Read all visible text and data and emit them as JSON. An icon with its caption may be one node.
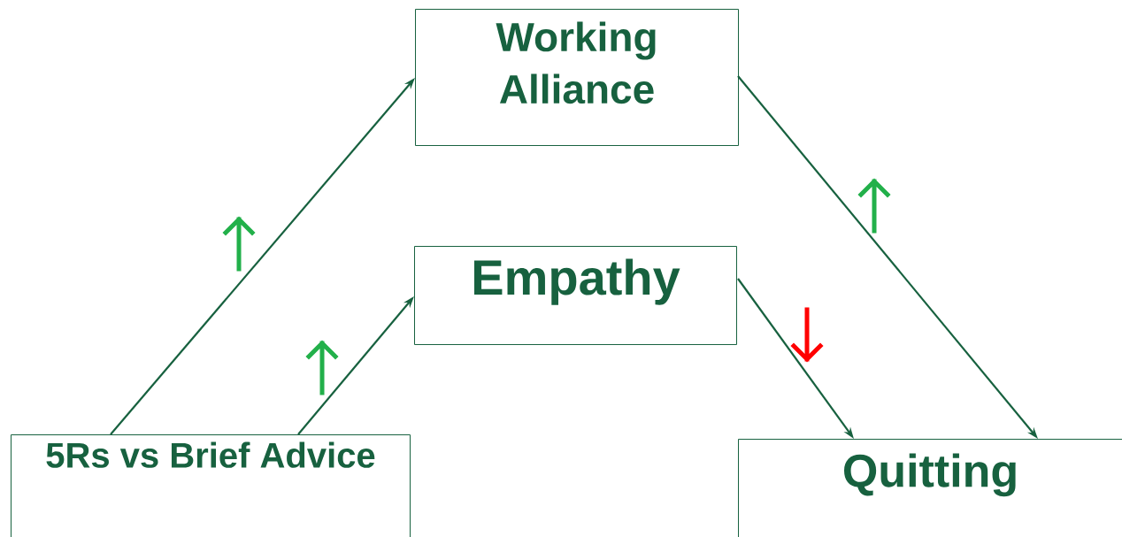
{
  "diagram": {
    "nodes": [
      {
        "text": [
          "Working Alliance"
        ]
      },
      {
        "text": [
          "Empathy"
        ]
      },
      {
        "text": [
          "5Rs vs Brief Advice"
        ]
      },
      {
        "text": [
          "Quitting"
        ]
      }
    ],
    "edges": [
      {
        "from": 2,
        "to": 0,
        "arrow": "to"
      },
      {
        "from": 2,
        "to": 1,
        "arrow": "to"
      },
      {
        "from": 1,
        "to": 3,
        "arrow": "to"
      },
      {
        "from": 0,
        "to": 3,
        "arrow": "to"
      }
    ]
  }
}
